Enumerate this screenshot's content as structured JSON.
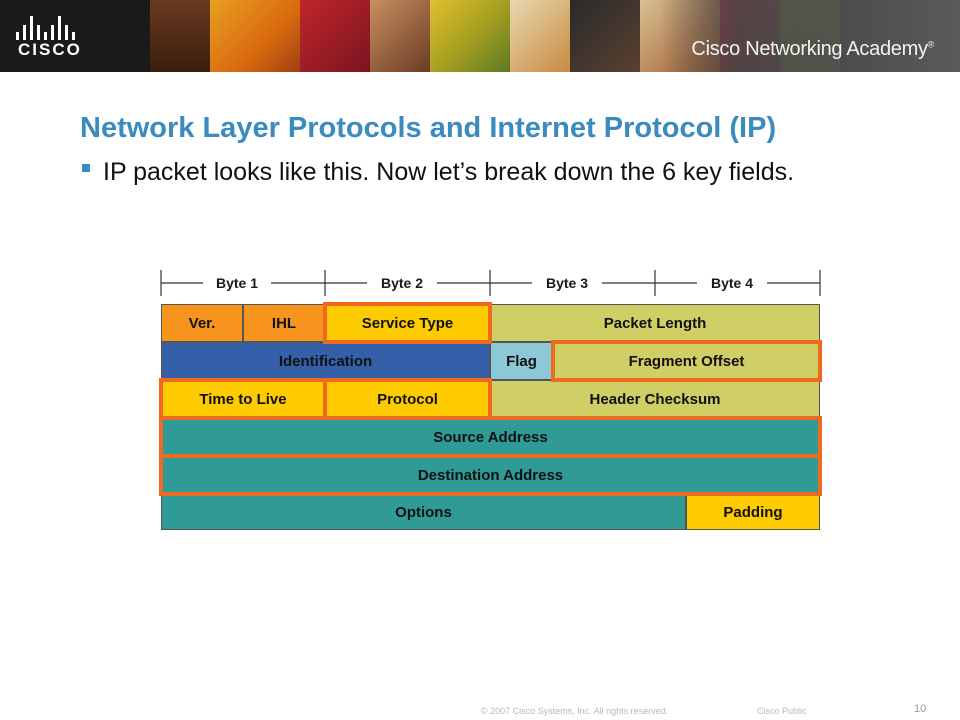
{
  "banner": {
    "logo_text": "CISCO",
    "academy_text": "Cisco Networking Academy",
    "trademark": "®"
  },
  "slide": {
    "title": "Network Layer Protocols and Internet Protocol (IP)",
    "bullet": "IP packet looks like this.  Now let’s break down the 6 key fields."
  },
  "diagram": {
    "byte_labels": [
      "Byte 1",
      "Byte 2",
      "Byte 3",
      "Byte 4"
    ],
    "fields": {
      "ver": "Ver.",
      "ihl": "IHL",
      "service_type": "Service Type",
      "packet_length": "Packet Length",
      "identification": "Identification",
      "flag": "Flag",
      "fragment_offset": "Fragment Offset",
      "time_to_live": "Time to Live",
      "protocol": "Protocol",
      "header_checksum": "Header Checksum",
      "source_address": "Source Address",
      "destination_address": "Destination Address",
      "options": "Options",
      "padding": "Padding"
    },
    "colors": {
      "orange": "#f7941d",
      "yellow": "#fecb00",
      "olive": "#cfcf66",
      "blue": "#3360a8",
      "lightblue": "#8cc8d6",
      "teal": "#2f9a96",
      "highlight": "#ef6a1e"
    }
  },
  "footer": {
    "copyright": "© 2007 Cisco Systems, Inc. All rights reserved.",
    "classification": "Cisco Public",
    "page_number": "10"
  }
}
